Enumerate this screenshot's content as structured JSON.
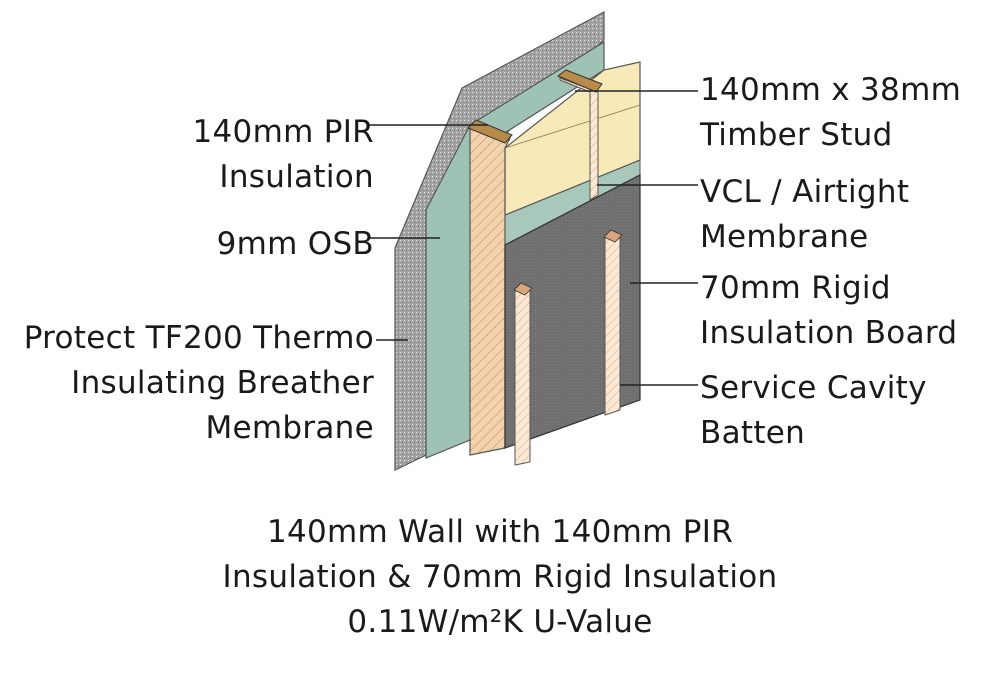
{
  "labels": {
    "pir": {
      "line1": "140mm PIR",
      "line2": "Insulation"
    },
    "osb": {
      "line1": "9mm OSB"
    },
    "membrane": {
      "line1": "Protect TF200 Thermo",
      "line2": "Insulating  Breather",
      "line3": "Membrane"
    },
    "stud": {
      "line1": "140mm x 38mm",
      "line2": "Timber Stud"
    },
    "vcl": {
      "line1": "VCL / Airtight",
      "line2": "Membrane"
    },
    "rigid": {
      "line1": "70mm Rigid",
      "line2": "Insulation Board"
    },
    "batten": {
      "line1": "Service  Cavity",
      "line2": "Batten"
    }
  },
  "caption": {
    "line1": "140mm Wall with 140mm PIR",
    "line2": "Insulation & 70mm Rigid Insulation",
    "line3": "0.11W/m²K U-Value"
  },
  "colors": {
    "breather": "#9a9a9a",
    "osb": "#9ec2b4",
    "timber": "#f0cfa8",
    "pir": "#f7eab8",
    "vcl": "#a9c8bc",
    "rigid": "#6e6e6e"
  }
}
